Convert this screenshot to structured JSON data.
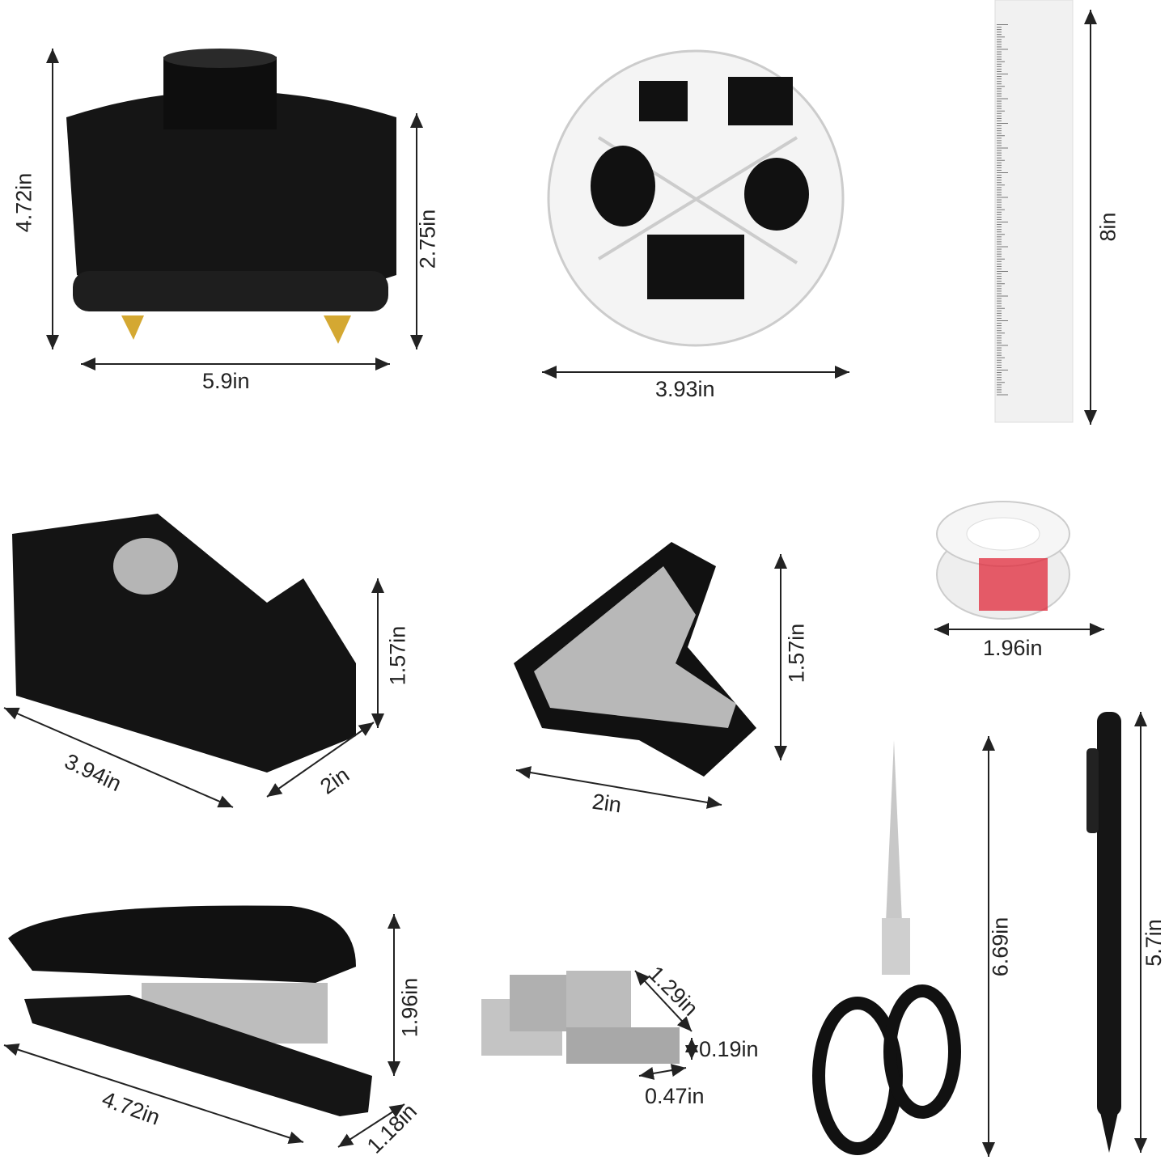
{
  "colors": {
    "product_black": "#111111",
    "metal": "#b8b8b8",
    "gold": "#d4a832",
    "tape_red": "#e0283a",
    "arrow": "#222222"
  },
  "items": {
    "pen_holder": {
      "height": "4.72in",
      "inner_height": "2.75in",
      "width": "5.9in"
    },
    "clip_box": {
      "diameter": "3.93in"
    },
    "ruler": {
      "length": "8in"
    },
    "tape_dispenser": {
      "height": "1.57in",
      "length": "3.94in",
      "width": "2in"
    },
    "staple_remover": {
      "height": "1.57in",
      "length": "2in"
    },
    "tape_roll": {
      "diameter": "1.96in"
    },
    "stapler": {
      "height": "1.96in",
      "length": "4.72in",
      "width": "1.18in"
    },
    "staples": {
      "length": "1.29in",
      "height": "0.19in",
      "width": "0.47in"
    },
    "scissors": {
      "length": "6.69in"
    },
    "pen": {
      "length": "5.7in"
    }
  }
}
